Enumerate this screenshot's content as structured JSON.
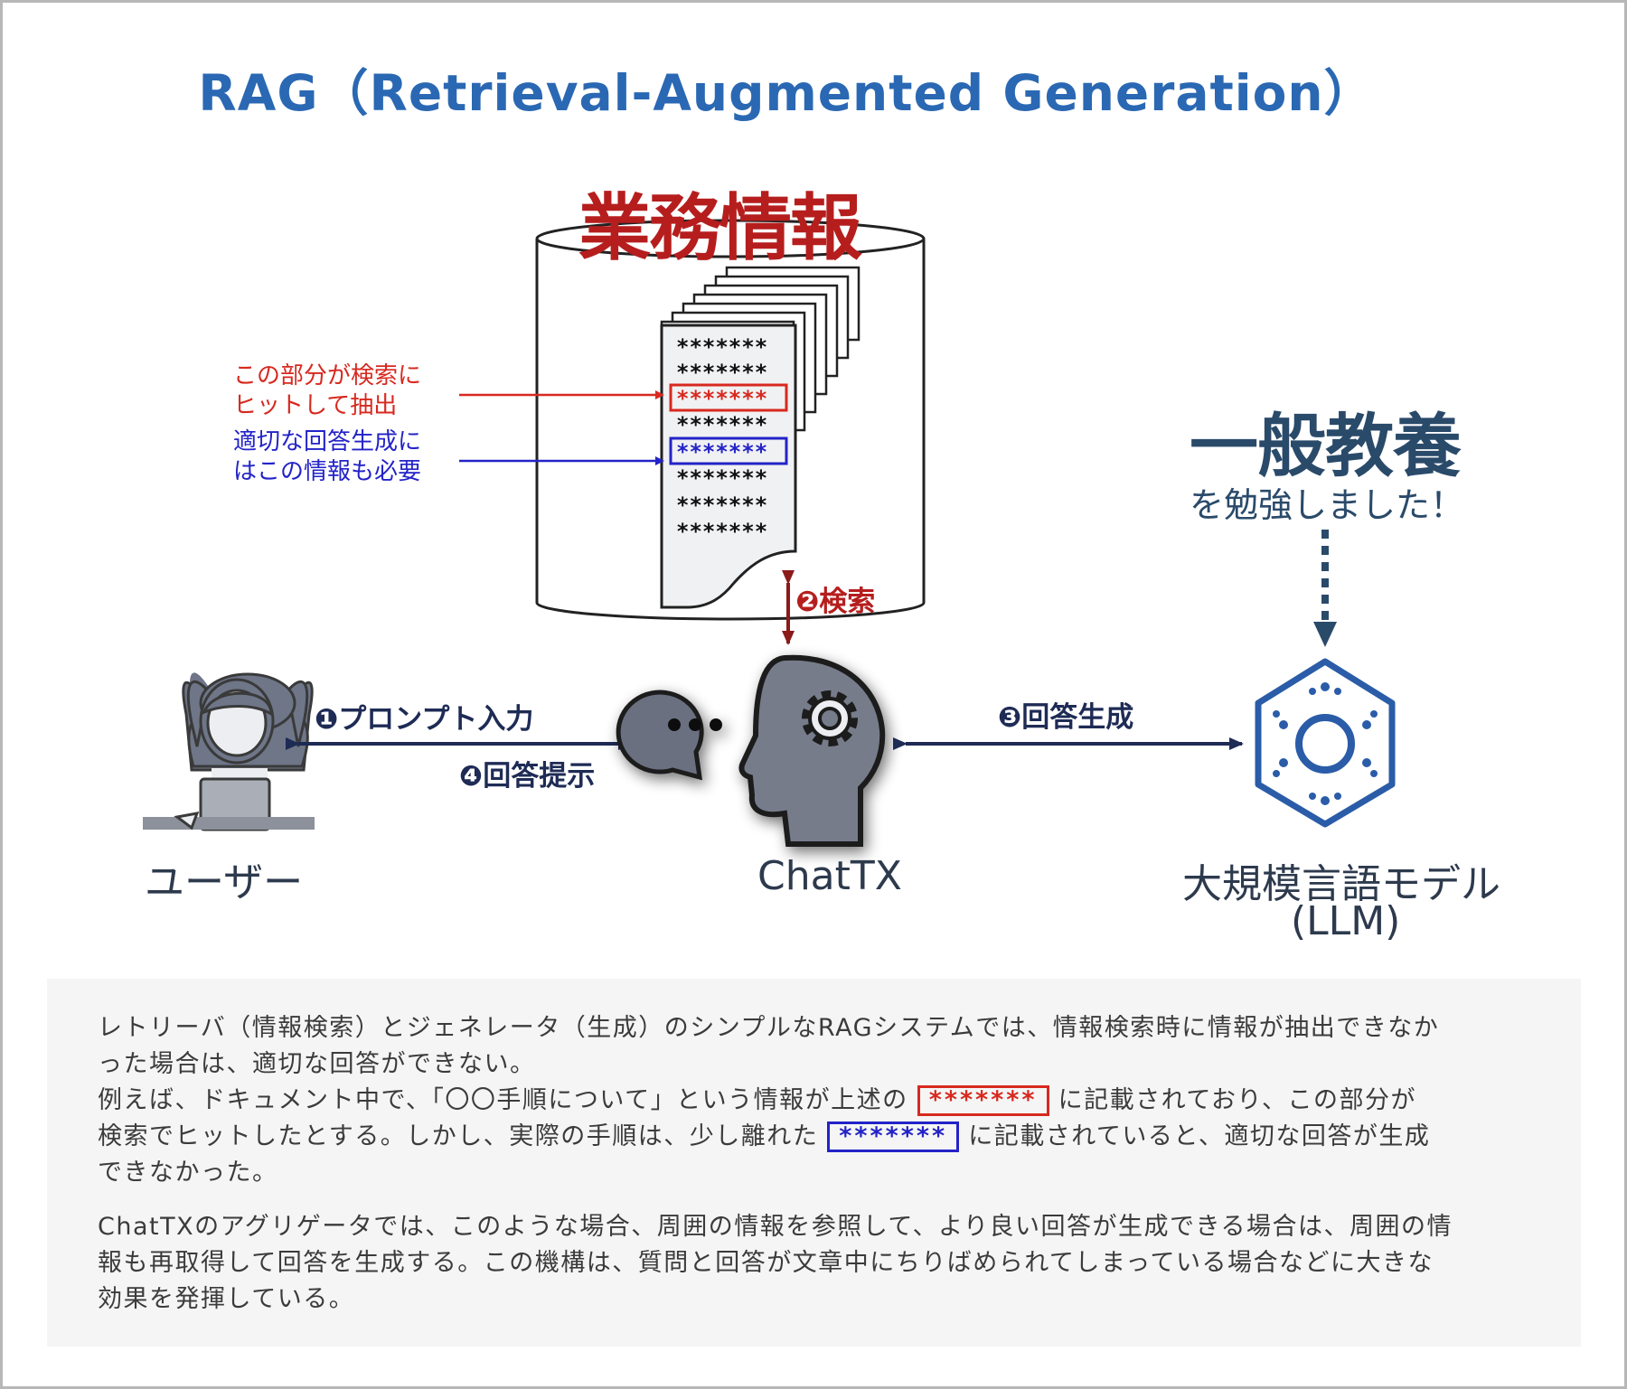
{
  "title": "RAG（Retrieval-Augmented Generation）",
  "database": {
    "label": "業務情報",
    "doc_row": "*******"
  },
  "notes": {
    "hit_line1": "この部分が検索に",
    "hit_line2": "ヒットして抽出",
    "need_line1": "適切な回答生成に",
    "need_line2": "はこの情報も必要"
  },
  "knowledge": {
    "heading": "一般教養",
    "sub": "を勉強しました！"
  },
  "steps": {
    "s1": "❶プロンプト入力",
    "s2": "❷検索",
    "s3": "❸回答生成",
    "s4": "❹回答提示"
  },
  "actors": {
    "user": "ユーザー",
    "chattx": "ChatTX",
    "llm_line1": "大規模言語モデル",
    "llm_line2": "(LLM)"
  },
  "description": {
    "p1_line1": "レトリーバ（情報検索）とジェネレータ（生成）のシンプルなRAGシステムでは、情報検索時に情報が抽出できなか",
    "p1_line2": "った場合は、適切な回答ができない。",
    "p2_a": "例えば、ドキュメント中で、「〇〇手順について」という情報が上述の",
    "p2_stars_red": "*******",
    "p2_b": "に記載されており、この部分が",
    "p2_c": "検索でヒットしたとする。しかし、実際の手順は、少し離れた",
    "p2_stars_blue": "*******",
    "p2_d": "に記載されていると、適切な回答が生成",
    "p2_e": "できなかった。",
    "p3_line1": "ChatTXのアグリゲータでは、このような場合、周囲の情報を参照して、より良い回答が生成できる場合は、周囲の情",
    "p3_line2": "報も再取得して回答を生成する。この機構は、質問と回答が文章中にちりばめられてしまっている場合などに大きな",
    "p3_line3": "効果を発揮している。"
  },
  "colors": {
    "title": "#2a68b3",
    "database_label": "#b61e1e",
    "hit": "#d7291f",
    "need": "#2323c8",
    "arrows": "#1e2b55",
    "llm": "#2a5ca8"
  }
}
